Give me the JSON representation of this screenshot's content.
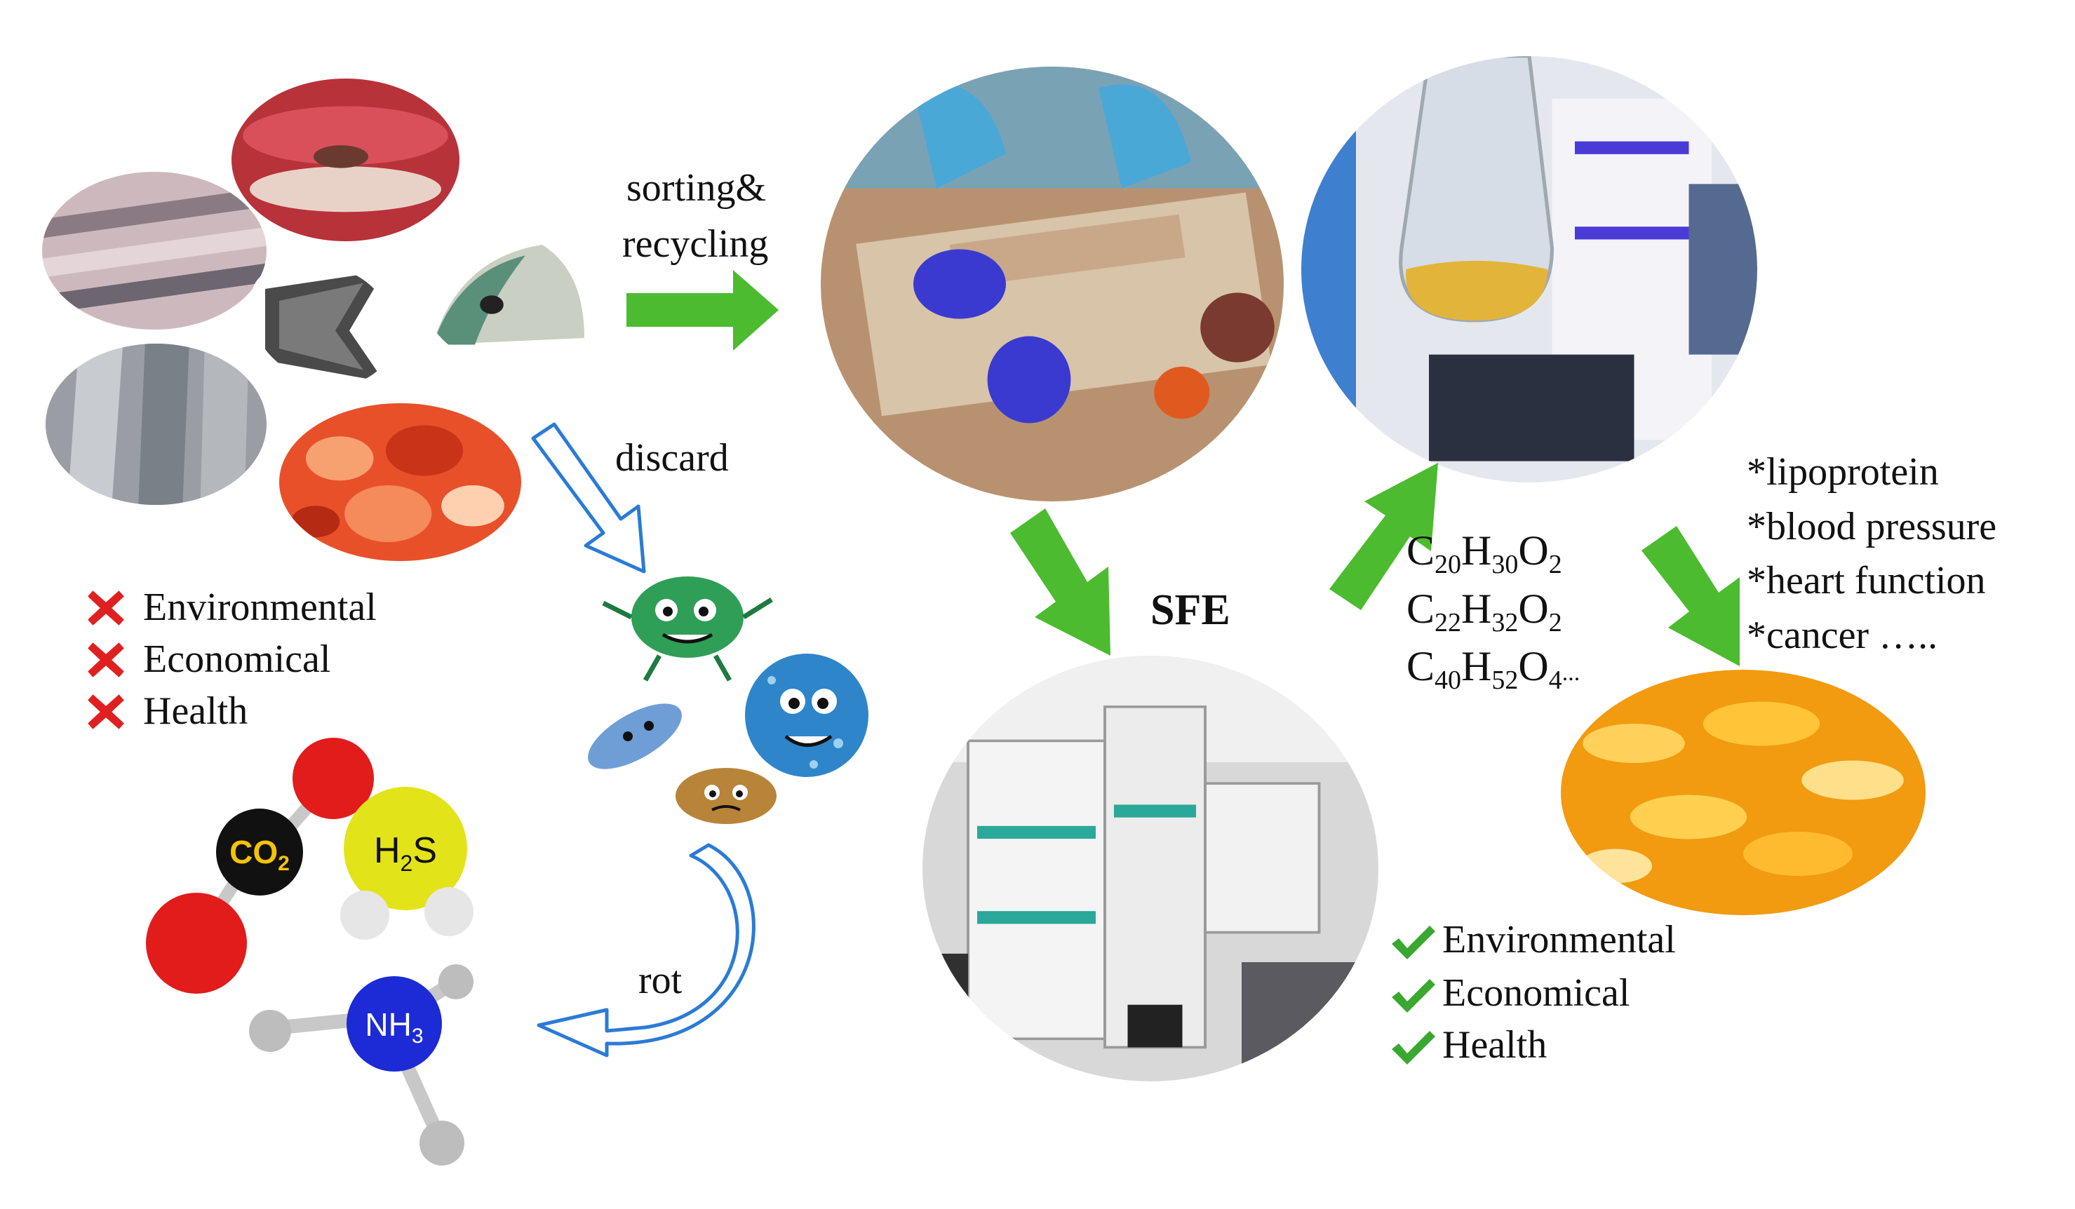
{
  "labels": {
    "sorting": "sorting&",
    "recycling": "recycling",
    "discard": "discard",
    "rot": "rot",
    "sfe": "SFE"
  },
  "negatives": [
    "Environmental",
    "Economical",
    "Health"
  ],
  "positives": [
    "Environmental",
    "Economical",
    "Health"
  ],
  "formulas": [
    {
      "c": "C",
      "c_n": "20",
      "h": "H",
      "h_n": "30",
      "o": "O",
      "o_n": "2",
      "tail": ""
    },
    {
      "c": "C",
      "c_n": "22",
      "h": "H",
      "h_n": "32",
      "o": "O",
      "o_n": "2",
      "tail": ""
    },
    {
      "c": "C",
      "c_n": "40",
      "h": "H",
      "h_n": "52",
      "o": "O",
      "o_n": "4",
      "tail": "..."
    }
  ],
  "health_benefits": [
    "*lipoprotein",
    "*blood pressure",
    "*heart function",
    "*cancer ….."
  ],
  "molecules": {
    "co2": "CO",
    "co2_sub": "2",
    "h2s_h": "H",
    "h2s_sub": "2",
    "h2s_s": "S",
    "nh3": "NH",
    "nh3_sub": "3"
  },
  "colors": {
    "green_arrow": "#4cbb2f",
    "blue_outline": "#2b7bd6",
    "red_cross": "#e02020",
    "green_check": "#3aa830"
  }
}
